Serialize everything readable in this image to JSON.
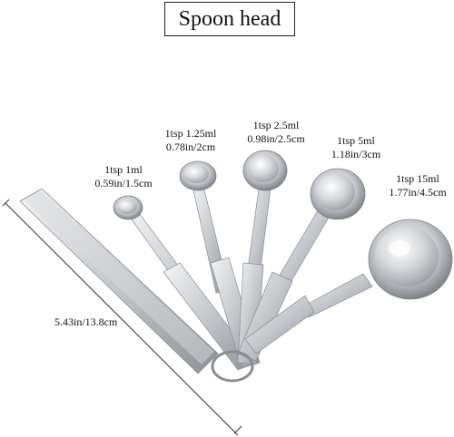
{
  "title": "Spoon head",
  "dimension_label": "5.43in/13.8cm",
  "spoons": [
    {
      "capacity": "1tsp 1ml",
      "size": "0.59in/1.5cm"
    },
    {
      "capacity": "1tsp 1.25ml",
      "size": "0.78in/2cm"
    },
    {
      "capacity": "1tsp 2.5ml",
      "size": "0.98in/2.5cm"
    },
    {
      "capacity": "1tsp 5ml",
      "size": "1.18in/3cm"
    },
    {
      "capacity": "1tsp 15ml",
      "size": "1.77in/4.5cm"
    }
  ],
  "colors": {
    "steel_light": "#e6e7e9",
    "steel_mid": "#b9bcc1",
    "steel_dark": "#85898f"
  }
}
